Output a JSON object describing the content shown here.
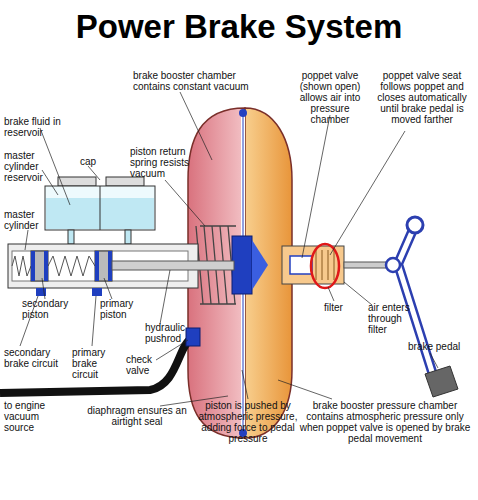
{
  "diagram": {
    "title": "Power Brake System",
    "labels": [
      "brake fluid in reservoir",
      "brake booster chamber contains constant vacuum",
      "poppet valve (shown open) allows air into pressure chamber",
      "poppet valve seat follows poppet and closes automatically until brake pedal is moved farther",
      "master cylinder reservoir",
      "cap",
      "piston return spring resists vacuum",
      "master cylinder",
      "secondary piston",
      "primary piston",
      "hydraulic pushrod",
      "filter",
      "air enters through filter",
      "brake pedal",
      "secondary brake circuit",
      "primary brake circuit",
      "check valve",
      "to engine vacuum source",
      "diaphragm ensures an airtight seal",
      "piston is pushed by atmospheric pressure, adding force to pedal pressure",
      "brake booster pressure chamber contains atmospheric pressure only when poppet valve is opened by brake pedal movement"
    ]
  }
}
